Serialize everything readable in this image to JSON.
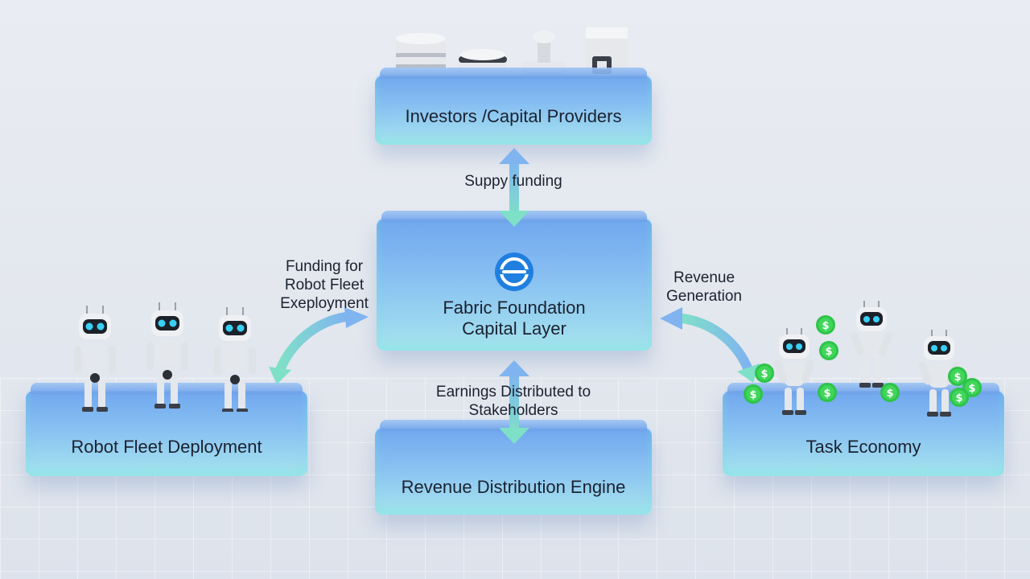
{
  "nodes": {
    "investors": "Investors /Capital Providers",
    "fabric_line1": "Fabric Foundation",
    "fabric_line2": "Capital Layer",
    "robot_fleet": "Robot Fleet Deployment",
    "revenue_engine": "Revenue Distribution Engine",
    "task_economy": "Task Economy"
  },
  "edges": {
    "supply": "Suppy funding",
    "funding_line1": "Funding for",
    "funding_line2": "Robot Fleet",
    "funding_line3": "Exeployment",
    "revenue_line1": "Revenue",
    "revenue_line2": "Generation",
    "earnings_line1": "Earnings Distributed to",
    "earnings_line2": "Stakeholders"
  },
  "icons": {
    "logo": "fabric-logo-icon",
    "robot": "robot-icon",
    "coin": "dollar-coin-icon",
    "hardware": "hardware-device-icon"
  },
  "colors": {
    "slab_top": "#6fa6ee",
    "slab_bottom": "#a6e4ee",
    "arrow": "#7ccbe0",
    "coin": "#2ec34a",
    "robot_eye": "#39d0f5"
  }
}
